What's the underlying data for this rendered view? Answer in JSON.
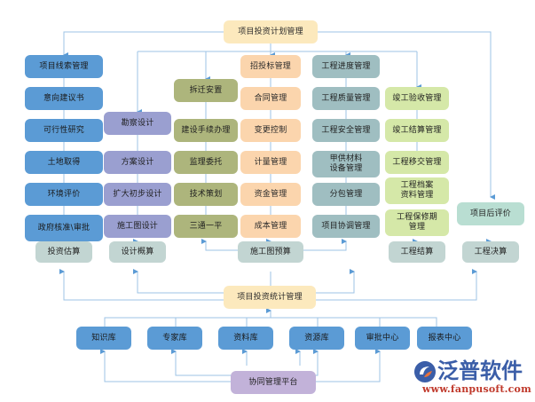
{
  "diagram": {
    "title": "项目投资计划管理",
    "line_color": "#9dc3e6",
    "root": {
      "label": "项目投资计划管理",
      "color": "#fce9bd"
    },
    "stats": {
      "label": "项目投资统计管理",
      "color": "#fce9bd"
    },
    "platform": {
      "label": "协同管理平台",
      "color": "#c2b2d9"
    },
    "columns": [
      {
        "name": "preparation",
        "color": "#5b9bd5",
        "items": [
          "项目线索管理",
          "意向建议书",
          "可行性研究",
          "土地取得",
          "环境评价",
          "政府核准\\审批"
        ]
      },
      {
        "name": "design",
        "color": "#9a9fd0",
        "items": [
          "勘察设计",
          "方案设计",
          "扩大初步设计",
          "施工图设计"
        ]
      },
      {
        "name": "preconstruction",
        "color": "#adb57c",
        "items": [
          "拆迁安置",
          "建设手续办理",
          "监理委托",
          "技术策划",
          "三通一平"
        ]
      },
      {
        "name": "contract-cost",
        "color": "#fbd5ad",
        "items": [
          "招投标管理",
          "合同管理",
          "变更控制",
          "计量管理",
          "资金管理",
          "成本管理"
        ]
      },
      {
        "name": "construction",
        "color": "#9fbec1",
        "items": [
          "工程进度管理",
          "工程质量管理",
          "工程安全管理",
          "甲供材料\n设备管理",
          "分包管理",
          "项目协调管理"
        ]
      },
      {
        "name": "completion",
        "color": "#d5e8a8",
        "items": [
          "竣工验收管理",
          "竣工结算管理",
          "工程移交管理",
          "工程档案\n资料管理",
          "工程保修期\n管理"
        ]
      },
      {
        "name": "evaluation",
        "color": "#b9ded2",
        "items": [
          "项目后评价"
        ]
      }
    ],
    "budget_row": {
      "color": "#c2d5d2",
      "items": [
        "投资估算",
        "设计概算",
        "施工图预算",
        "工程结算",
        "工程决算"
      ]
    },
    "support_row": {
      "color": "#5b9bd5",
      "items": [
        "知识库",
        "专家库",
        "资料库",
        "资源库",
        "审批中心",
        "报表中心"
      ]
    }
  },
  "logo": {
    "brand": "泛普软件",
    "url": "www.fanpusoft.com",
    "brand_color": "#3b5ea8",
    "url_color": "#c0392b"
  }
}
